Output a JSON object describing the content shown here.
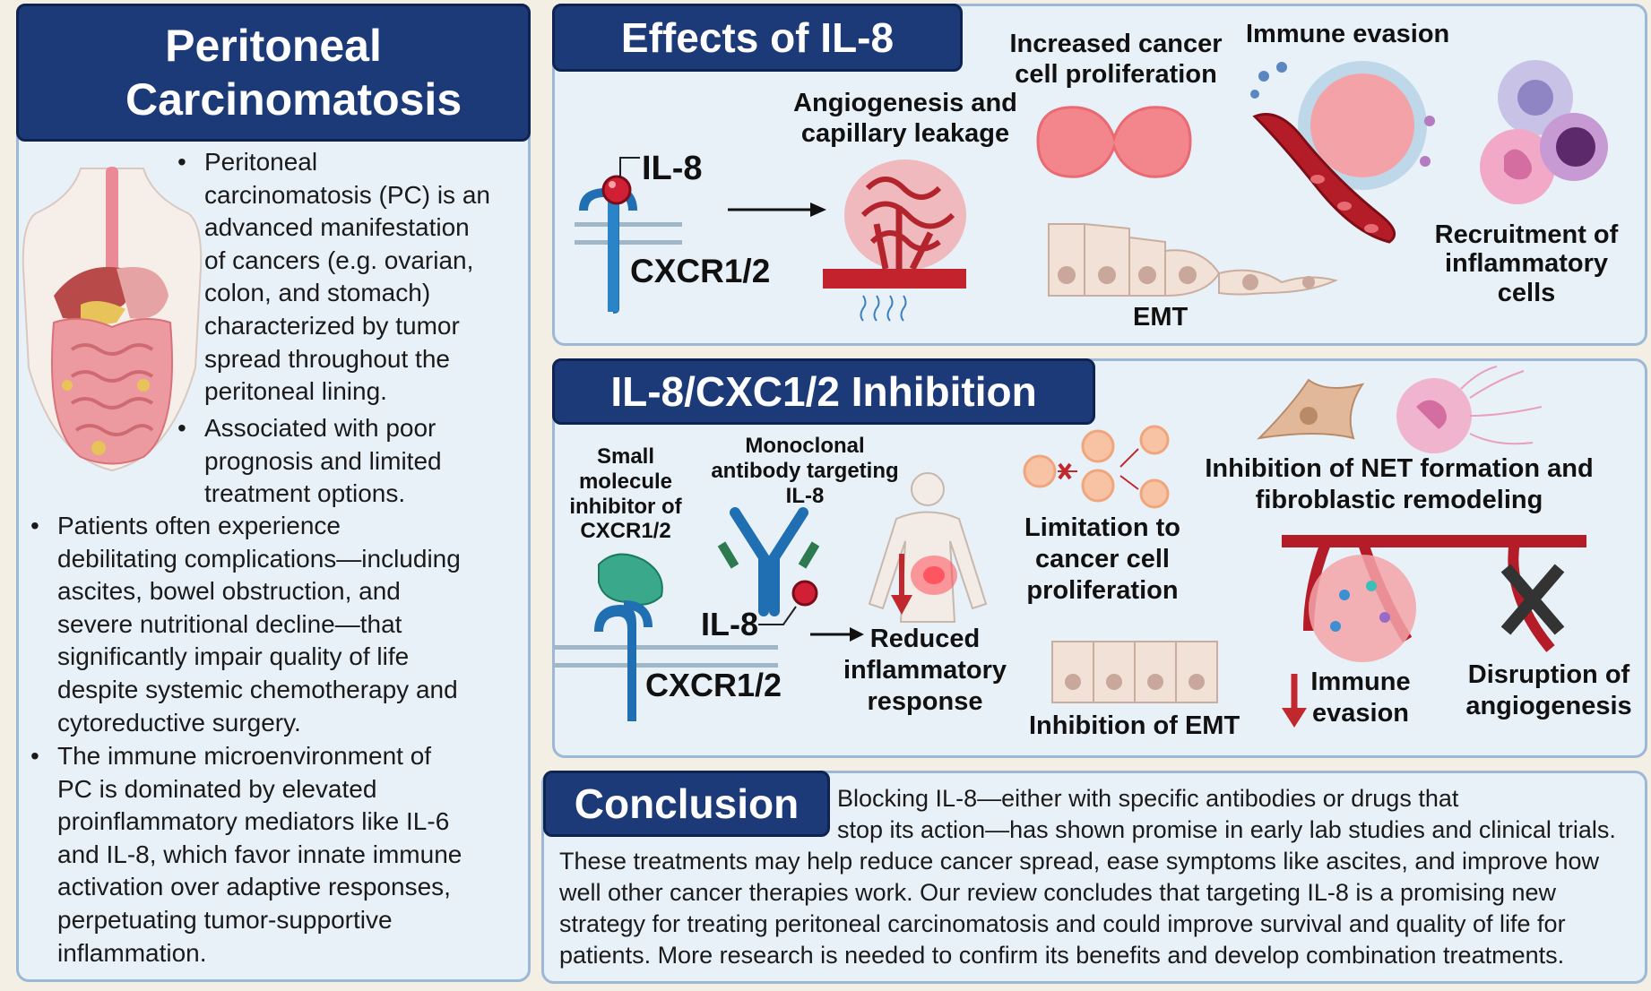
{
  "left_panel": {
    "title": "Peritoneal Carcinomatosis",
    "bullet1_lines": [
      "Peritoneal",
      "carcinomatosis (PC) is an",
      "advanced manifestation",
      "of cancers (e.g. ovarian,",
      "colon, and stomach)",
      "characterized by tumor",
      "spread throughout the",
      "peritoneal lining."
    ],
    "bullet2_lines": [
      "Associated with poor",
      "prognosis and limited",
      "treatment options."
    ],
    "bullet3_lines": [
      "Patients often experience",
      "debilitating complications—including",
      "ascites, bowel obstruction, and",
      "severe nutritional decline—that",
      "significantly impair quality of life",
      "despite systemic chemotherapy and",
      "cytoreductive surgery."
    ],
    "bullet4_lines": [
      "The immune microenvironment of",
      "PC is dominated by elevated",
      "proinflammatory mediators like IL-6",
      "and IL-8, which favor innate immune",
      "activation over adaptive responses,",
      "perpetuating tumor-supportive",
      "inflammation."
    ],
    "bullet_symbol": "•"
  },
  "effects_panel": {
    "title": "Effects of IL-8",
    "il8_label": "IL-8",
    "receptor_label": "CXCR1/2",
    "angiogenesis_label": "Angiogenesis and capillary leakage",
    "proliferation_label": "Increased cancer cell proliferation",
    "immune_evasion_label": "Immune evasion",
    "emt_label": "EMT",
    "recruitment_label": "Recruitment of inflammatory cells"
  },
  "inhibition_panel": {
    "title": "IL-8/CXC1/2 Inhibition",
    "small_molecule_label": "Small molecule inhibitor of CXCR1/2",
    "antibody_label": "Monoclonal antibody targeting IL-8",
    "il8_label": "IL-8",
    "receptor_label": "CXCR1/2",
    "reduced_inflammatory_label": "Reduced inflammatory response",
    "limitation_label": "Limitation to cancer cell proliferation",
    "net_label": "Inhibition of NET formation and fibroblastic remodeling",
    "emt_inhibition_label": "Inhibition of EMT",
    "immune_evasion_label": "Immune evasion",
    "angiogenesis_disruption_label": "Disruption of angiogenesis"
  },
  "conclusion": {
    "title": "Conclusion",
    "lines": [
      "Blocking IL-8—either with specific antibodies or drugs that",
      "stop its action—has shown promise in early lab studies and clinical trials.",
      "These treatments may help reduce cancer spread, ease symptoms like ascites, and improve how",
      "well other cancer therapies work. Our review concludes that targeting IL-8 is a promising new",
      "strategy for treating peritoneal carcinomatosis and could improve survival and quality of life for",
      "patients. More research is needed to confirm its benefits and develop combination treatments."
    ]
  },
  "colors": {
    "header_bg": "#1c3a78",
    "panel_bg": "#e9f1f8",
    "panel_border": "#9db8d6",
    "page_bg": "#f3efe4",
    "arrow_red": "#c0282d",
    "vessel_red": "#c3232c"
  }
}
